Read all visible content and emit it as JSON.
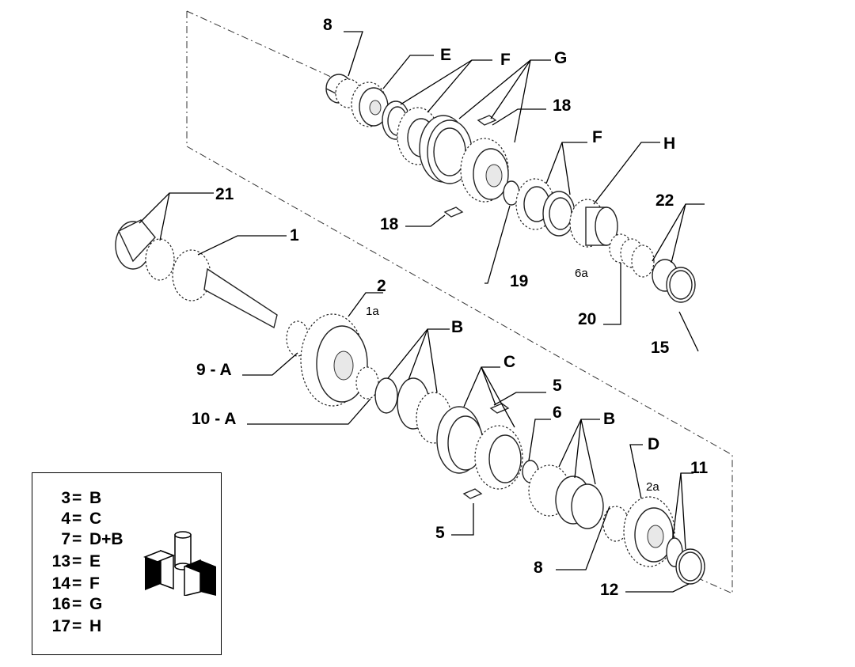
{
  "callouts": {
    "c8_top": "8",
    "cE_top": "E",
    "cF_top": "F",
    "cG_top": "G",
    "c18_top": "18",
    "c18_mid": "18",
    "cF_mid": "F",
    "cH": "H",
    "c21": "21",
    "c1": "1",
    "c22": "22",
    "c19": "19",
    "c6a": "6a",
    "c20": "20",
    "c15": "15",
    "c2": "2",
    "c1a": "1a",
    "cB_mid": "B",
    "c9A": "9 - A",
    "cC": "C",
    "c5_top": "5",
    "c10A": "10 - A",
    "c6": "6",
    "cB_low": "B",
    "cD": "D",
    "c2a": "2a",
    "c11": "11",
    "c5_low": "5",
    "c8_low": "8",
    "c12": "12"
  },
  "legend": {
    "rows": [
      {
        "key": "3",
        "eq": "=",
        "val": "B"
      },
      {
        "key": "4",
        "eq": "=",
        "val": "C"
      },
      {
        "key": "7",
        "eq": "=",
        "val": "D+B"
      },
      {
        "key": "13",
        "eq": "=",
        "val": "E"
      },
      {
        "key": "14",
        "eq": "=",
        "val": "F"
      },
      {
        "key": "16",
        "eq": "=",
        "val": "G"
      },
      {
        "key": "17",
        "eq": "=",
        "val": "H"
      }
    ],
    "icon": "parts-kit-boxes-icon"
  }
}
